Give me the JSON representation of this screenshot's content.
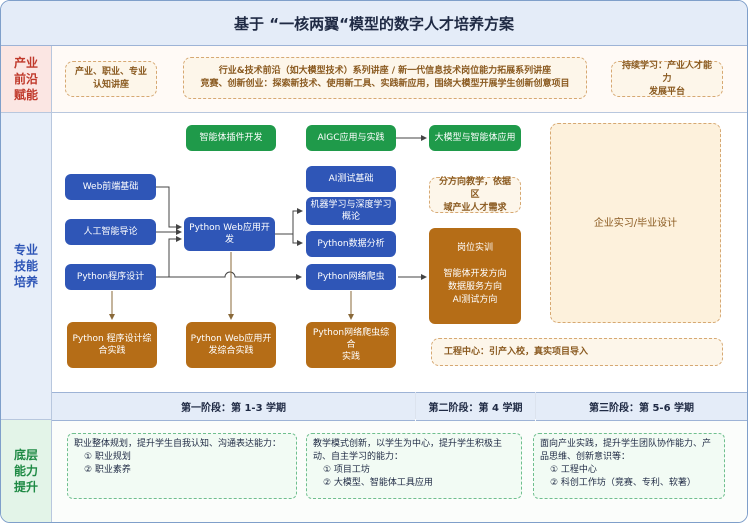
{
  "title": "基于 “一核两翼“模型的数字人才培养方案",
  "rows": {
    "frontier": "产业\n前沿\n赋能",
    "professional": "专业\n技能\n培养",
    "foundation": "底层\n能力\n提升"
  },
  "frontier_boxes": {
    "left": "产业、职业、专业\n认知讲座",
    "middle": "行业&技术前沿（如大模型技术）系列讲座 / 新一代信息技术岗位能力拓展系列讲座\n竞赛、创新创业：探索新技术、使用新工具、实践新应用，围绕大模型开展学生创新创意项目",
    "right": "持续学习：产业人才能力\n发展平台"
  },
  "courses": {
    "agent_plugin": "智能体插件开发",
    "aigc": "AIGC应用与实践",
    "llm_agent": "大模型与智能体应用",
    "web_frontend": "Web前端基础",
    "ai_intro": "人工智能导论",
    "python_prog": "Python程序设计",
    "python_web": "Python Web应用开\n发",
    "ai_testing": "AI测试基础",
    "ml_dl": "机器学习与深度学习\n概论",
    "python_data": "Python数据分析",
    "python_crawler": "Python网络爬虫",
    "direction_teaching": "分方向教学，依据区\n域产业人才需求",
    "post_training": "岗位实训",
    "post_directions": "智能体开发方向\n数据服务方向\nAI测试方向",
    "practice_python": "Python 程序设计综\n合实践",
    "practice_web": "Python Web应用开\n发综合实践",
    "practice_crawler": "Python网络爬虫综合\n实践",
    "internship": "企业实习/毕业设计",
    "eng_center": "工程中心：引产入校，真实项目导入"
  },
  "stages": {
    "s1": "第一阶段：第 1-3 学期",
    "s2": "第二阶段：第 4 学期",
    "s3": "第三阶段：第 5-6 学期"
  },
  "abilities": {
    "a1_text": "职业整体规划，提升学生自我认知、沟通表达能力：",
    "a1_items": [
      "① 职业规划",
      "② 职业素养"
    ],
    "a2_text": "教学模式创新，以学生为中心，提升学生积极主动、自主学习的能力：",
    "a2_items": [
      "① 项目工坊",
      "② 大模型、智能体工具应用"
    ],
    "a3_text": "面向产业实践，提升学生团队协作能力、产品思维、创新意识等：",
    "a3_items": [
      "① 工程中心",
      "② 科创工作坊（竞赛、专利、软著）"
    ]
  }
}
